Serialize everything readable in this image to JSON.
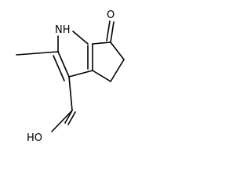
{
  "molecule": {
    "atoms": {
      "nh": "NH",
      "o": "O",
      "oh": "HO"
    }
  },
  "colors": {
    "background": "#ffffff",
    "bond": "#000000",
    "text": "#000000"
  }
}
